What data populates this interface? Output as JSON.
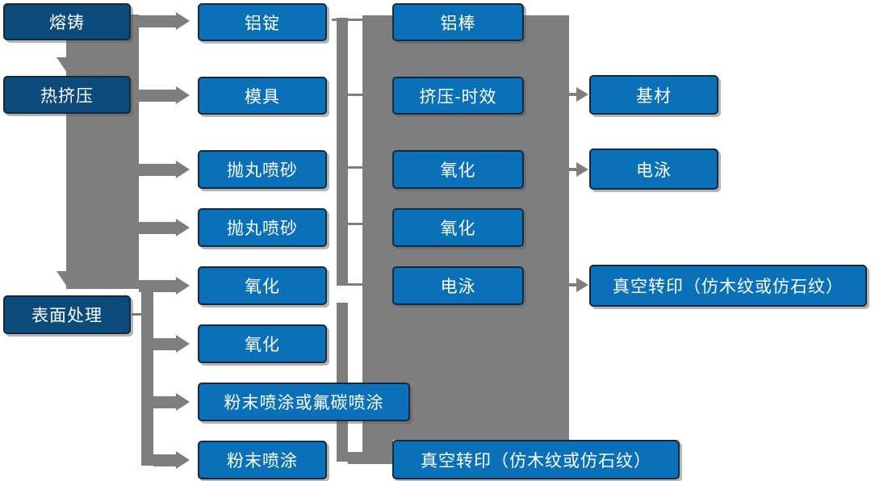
{
  "colors": {
    "dark_blue": "#0b4a7b",
    "blue": "#0a70b8",
    "connector_gray": "#7e7e7e",
    "text_white": "#ffffff"
  },
  "flowchart": {
    "process_stages": {
      "melt": "熔铸",
      "hot_extrusion": "热挤压",
      "surface_treatment": "表面处理"
    },
    "column2": {
      "al_ingot": "铝锭",
      "mold": "模具",
      "shot_blast_1": "抛丸喷砂",
      "shot_blast_2": "抛丸喷砂",
      "oxidation_1": "氧化",
      "oxidation_2": "氧化",
      "powder_or_fluorocarbon_spray": "粉末喷涂或氟碳喷涂",
      "powder_spray": "粉末喷涂"
    },
    "column3": {
      "al_rod": "铝棒",
      "extrusion_aging": "挤压-时效",
      "oxidation_1": "氧化",
      "oxidation_2": "氧化",
      "electrophoresis": "电泳",
      "vacuum_transfer": "真空转印（仿木纹或仿石纹）"
    },
    "column4": {
      "base_material": "基材",
      "electrophoresis": "电泳",
      "vacuum_transfer": "真空转印（仿木纹或仿石纹）"
    }
  }
}
